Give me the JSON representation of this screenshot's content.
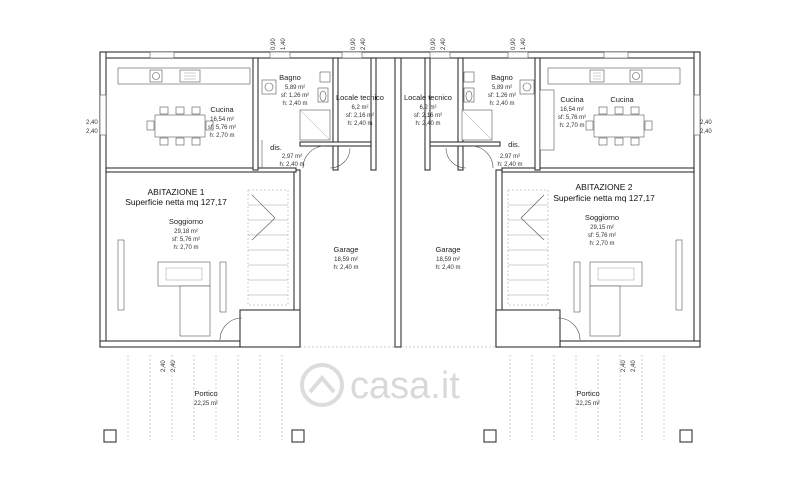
{
  "units": [
    {
      "title": "ABITAZIONE 1",
      "subtitle": "Superficie netta mq 127,17",
      "rooms": {
        "bagno": {
          "name": "Bagno",
          "area": "5,89 m²",
          "sf": "sf: 1,26 m²",
          "h": "h: 2,40 m"
        },
        "cucina": {
          "name": "Cucina",
          "area": "16,54 m²",
          "sf": "sf: 5,76 m²",
          "h": "h: 2,70 m"
        },
        "locale": {
          "name": "Locale tecnico",
          "area": "6,2 m²",
          "sf": "sf: 2,16 m²",
          "h": "h: 2,40 m"
        },
        "dis": {
          "name": "dis.",
          "area": "2,97 m²",
          "h": "h: 2,40 m"
        },
        "soggiorno": {
          "name": "Soggiorno",
          "area": "29,18 m²",
          "sf": "sf: 5,76 m²",
          "h": "h: 2,70 m"
        },
        "garage": {
          "name": "Garage",
          "area": "18,59 m²",
          "h": "h: 2,40 m"
        },
        "portico": {
          "name": "Portico",
          "area": "22,25 m²"
        }
      }
    },
    {
      "title": "ABITAZIONE 2",
      "subtitle": "Superficie netta mq 127,17",
      "rooms": {
        "bagno": {
          "name": "Bagno",
          "area": "5,89 m²",
          "sf": "sf: 1,26 m²",
          "h": "h: 2,40 m"
        },
        "cucina": {
          "name": "Cucina",
          "name2": "Cucina",
          "area": "16,54 m²",
          "sf": "sf: 5,76 m²",
          "h": "h: 2,70 m"
        },
        "locale": {
          "name": "Locale tecnico",
          "area": "6,2 m²",
          "sf": "sf: 2,16 m²",
          "h": "h: 2,40 m"
        },
        "dis": {
          "name": "dis.",
          "area": "2,97 m²",
          "h": "h: 2,40 m"
        },
        "soggiorno": {
          "name": "Soggiorno",
          "area": "29,15 m²",
          "sf": "sf: 5,76 m²",
          "h": "h: 2,70 m"
        },
        "garage": {
          "name": "Garage",
          "area": "18,59 m²",
          "h": "h: 2,40 m"
        },
        "portico": {
          "name": "Portico",
          "area": "22,25 m²"
        }
      }
    }
  ],
  "dimensions": {
    "d090": "0,90",
    "d140": "1,40",
    "d240": "2,40"
  },
  "watermark": "casa.it"
}
